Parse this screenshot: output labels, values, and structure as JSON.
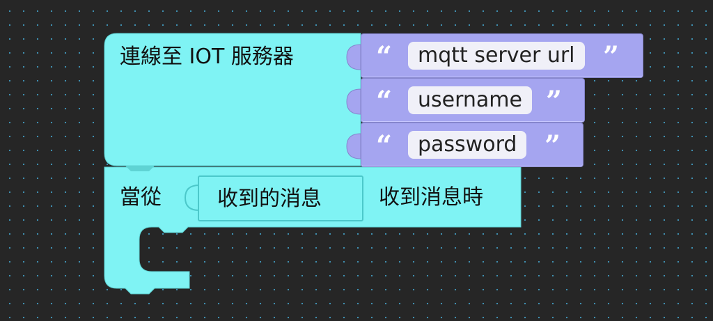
{
  "connect_block": {
    "label": "連線至 IOT 服務器",
    "inputs": [
      {
        "value": "mqtt server url",
        "quote_open": "“",
        "quote_close": "”"
      },
      {
        "value": "username",
        "quote_open": "“",
        "quote_close": "”"
      },
      {
        "value": "password",
        "quote_open": "“",
        "quote_close": "”"
      }
    ]
  },
  "receive_block": {
    "prefix": "當從",
    "variable": "收到的消息",
    "suffix": "收到消息時"
  },
  "colors": {
    "background": "#262626",
    "grid_dot": "#3f8fb0",
    "block_cyan": "#7ff3f4",
    "string_block": "#a5a5f0"
  }
}
